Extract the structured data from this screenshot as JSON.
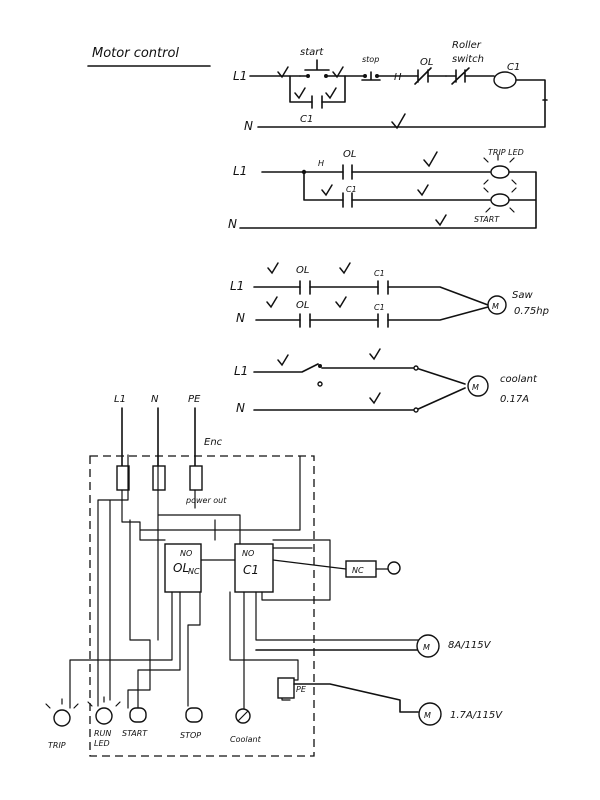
{
  "title": "Motor control",
  "rung1": {
    "l1": "L1",
    "n": "N",
    "start": "start",
    "stop": "stop",
    "h": "H",
    "ol": "OL",
    "roller1": "Roller",
    "roller2": "switch",
    "c1": "C1",
    "c1_seal": "C1"
  },
  "rung2": {
    "l1": "L1",
    "n": "N",
    "h": "H",
    "ol": "OL",
    "c1": "C1",
    "trip_led": "TRIP LED",
    "start": "START"
  },
  "rung3": {
    "l1": "L1",
    "n": "N",
    "ol1": "OL",
    "ol2": "OL",
    "c1a": "C1",
    "c1b": "C1",
    "motor": "M",
    "saw": "Saw",
    "hp": "0.75hp"
  },
  "rung4": {
    "l1": "L1",
    "n": "N",
    "coolant": "coolant",
    "amps": "0.17A",
    "motor": "M"
  },
  "wiring": {
    "l1": "L1",
    "n": "N",
    "pe": "PE",
    "enc": "Enc",
    "power_out": "power out",
    "ol_box": "OL",
    "ol_no": "NO",
    "ol_nc": "NC",
    "c1_box": "C1",
    "c1_no": "NO",
    "nc_switch": "NC",
    "motor1": "M",
    "motor1_rating": "8A/115V",
    "motor2": "M",
    "motor2_rating": "1.7A/115V",
    "pe_term": "PE",
    "trip": "TRIP",
    "run_led1": "RUN",
    "run_led2": "LED",
    "start": "START",
    "stop": "STOP",
    "coolant": "Coolant"
  }
}
